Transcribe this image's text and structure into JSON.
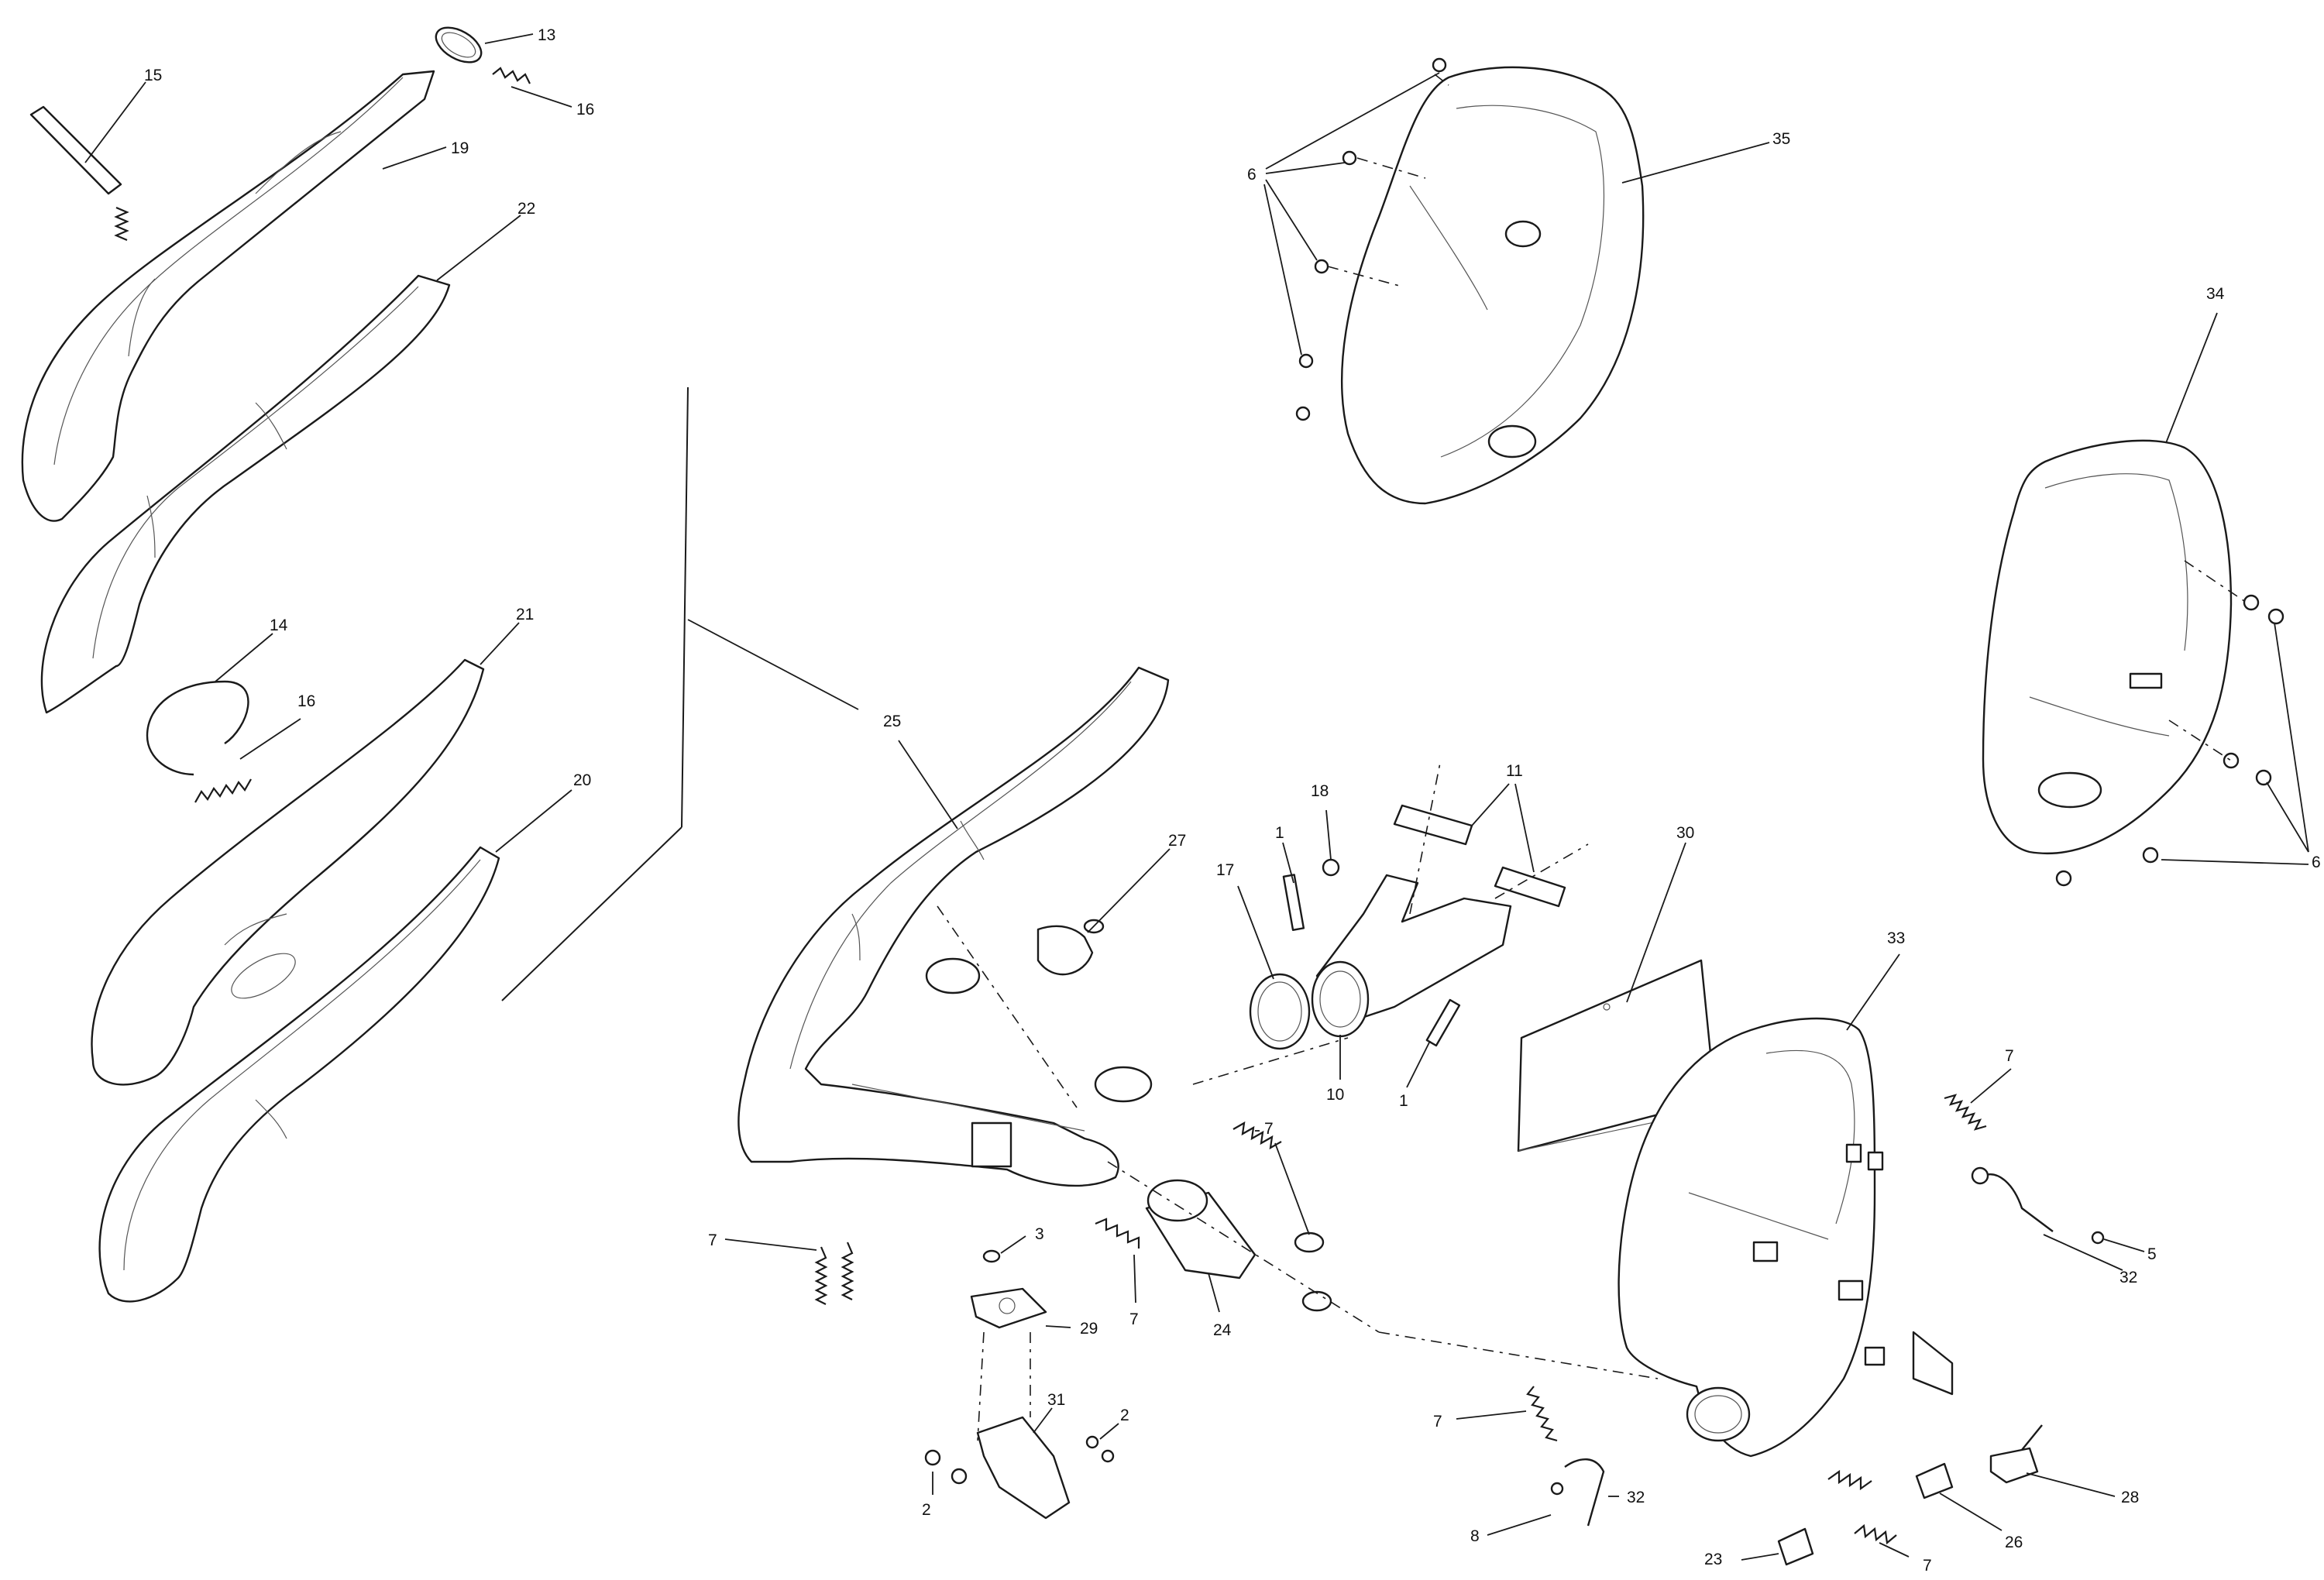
{
  "diagram": {
    "callouts": [
      {
        "id": "c13",
        "text": "13"
      },
      {
        "id": "c15",
        "text": "15"
      },
      {
        "id": "c16a",
        "text": "16"
      },
      {
        "id": "c19",
        "text": "19"
      },
      {
        "id": "c22",
        "text": "22"
      },
      {
        "id": "c14",
        "text": "14"
      },
      {
        "id": "c16b",
        "text": "16"
      },
      {
        "id": "c21",
        "text": "21"
      },
      {
        "id": "c20",
        "text": "20"
      },
      {
        "id": "c25",
        "text": "25"
      },
      {
        "id": "c27",
        "text": "27"
      },
      {
        "id": "c18",
        "text": "18"
      },
      {
        "id": "c11",
        "text": "11"
      },
      {
        "id": "c1a",
        "text": "1"
      },
      {
        "id": "c17",
        "text": "17"
      },
      {
        "id": "c10",
        "text": "10"
      },
      {
        "id": "c1b",
        "text": "1"
      },
      {
        "id": "c30",
        "text": "30"
      },
      {
        "id": "c33",
        "text": "33"
      },
      {
        "id": "c7a",
        "text": "7"
      },
      {
        "id": "c7b",
        "text": "7"
      },
      {
        "id": "c3",
        "text": "3"
      },
      {
        "id": "c29",
        "text": "29"
      },
      {
        "id": "c7c",
        "text": "7"
      },
      {
        "id": "c24",
        "text": "24"
      },
      {
        "id": "c31",
        "text": "31"
      },
      {
        "id": "c2a",
        "text": "2"
      },
      {
        "id": "c2b",
        "text": "2"
      },
      {
        "id": "c6a",
        "text": "6"
      },
      {
        "id": "c35",
        "text": "35"
      },
      {
        "id": "c34",
        "text": "34"
      },
      {
        "id": "c6b",
        "text": "6"
      },
      {
        "id": "c7d",
        "text": "7"
      },
      {
        "id": "c5",
        "text": "5"
      },
      {
        "id": "c32a",
        "text": "32"
      },
      {
        "id": "c7e",
        "text": "7"
      },
      {
        "id": "c32b",
        "text": "32"
      },
      {
        "id": "c8",
        "text": "8"
      },
      {
        "id": "c28",
        "text": "28"
      },
      {
        "id": "c26",
        "text": "26"
      },
      {
        "id": "c23",
        "text": "23"
      },
      {
        "id": "c7f",
        "text": "7"
      }
    ]
  }
}
